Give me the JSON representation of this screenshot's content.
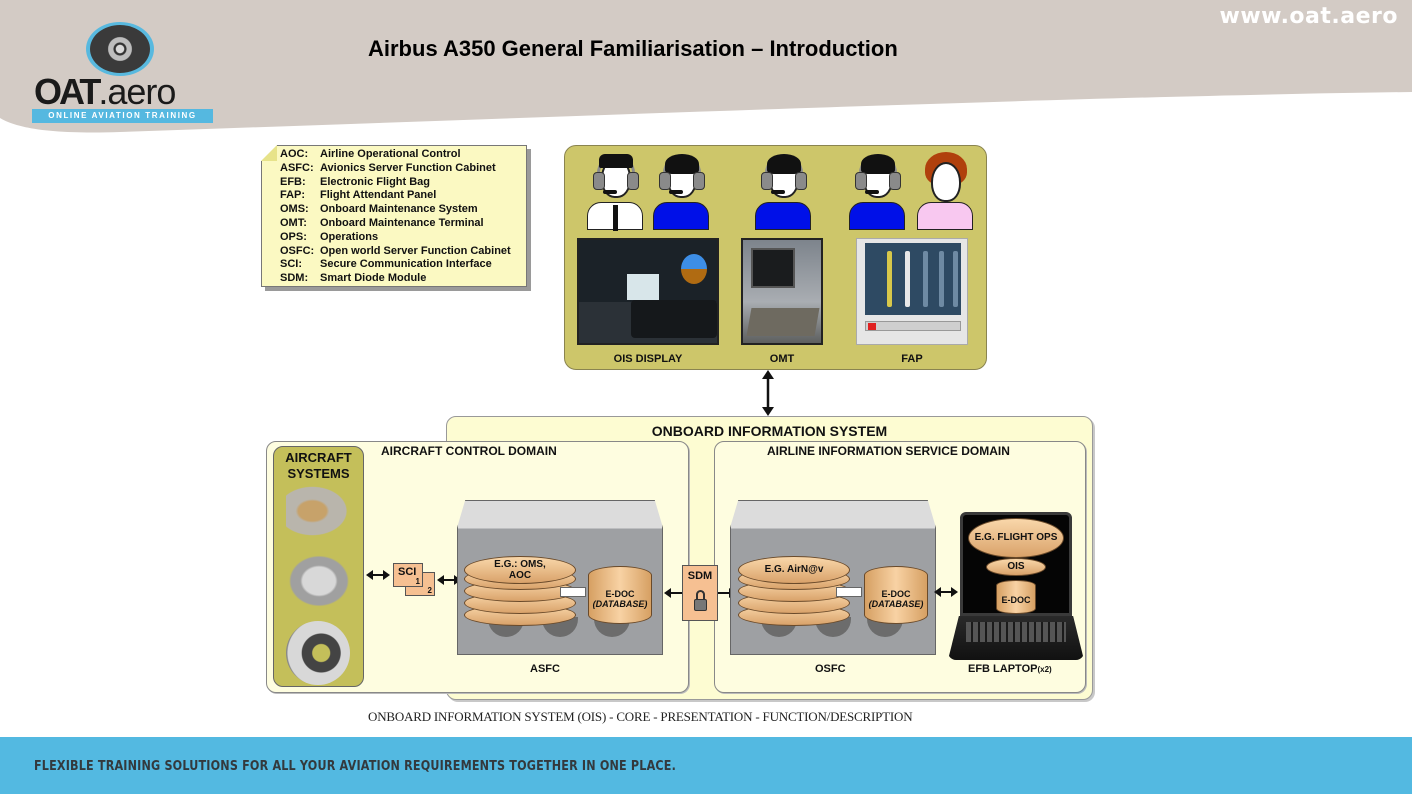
{
  "header": {
    "title": "Airbus A350 General Familiarisation – Introduction",
    "website": "www.oat.aero",
    "logo": {
      "word_bold": "OAT",
      "word_light": ".aero",
      "tagline": "ONLINE AVIATION TRAINING",
      "icon": "engine-fan-icon"
    },
    "colors": {
      "band": "#d3cbc5",
      "brand_blue": "#55b8e0"
    }
  },
  "legend": {
    "items": [
      {
        "abbr": "AOC:",
        "meaning": "Airline Operational Control"
      },
      {
        "abbr": "ASFC:",
        "meaning": "Avionics Server Function Cabinet"
      },
      {
        "abbr": "EFB:",
        "meaning": "Electronic Flight Bag"
      },
      {
        "abbr": "FAP:",
        "meaning": "Flight Attendant Panel"
      },
      {
        "abbr": "OMS:",
        "meaning": "Onboard Maintenance System"
      },
      {
        "abbr": "OMT:",
        "meaning": "Onboard Maintenance Terminal"
      },
      {
        "abbr": "OPS:",
        "meaning": "Operations"
      },
      {
        "abbr": "OSFC:",
        "meaning": "Open world Server Function Cabinet"
      },
      {
        "abbr": "SCI:",
        "meaning": "Secure Communication Interface"
      },
      {
        "abbr": "SDM:",
        "meaning": "Smart Diode Module"
      }
    ]
  },
  "users_panel": {
    "people": [
      {
        "role": "captain",
        "icon": "pilot-captain-icon"
      },
      {
        "role": "crew",
        "icon": "crew-member-icon"
      },
      {
        "role": "crew",
        "icon": "crew-member-icon"
      },
      {
        "role": "crew",
        "icon": "crew-member-icon"
      },
      {
        "role": "flight-attendant",
        "icon": "flight-attendant-icon"
      }
    ],
    "terminals": [
      {
        "label": "OIS DISPLAY"
      },
      {
        "label": "OMT"
      },
      {
        "label": "FAP"
      }
    ]
  },
  "ois": {
    "title": "ONBOARD INFORMATION SYSTEM",
    "aircraft_control_domain": {
      "title": "AIRCRAFT CONTROL DOMAIN",
      "aircraft_systems": {
        "line1": "AIRCRAFT",
        "line2": "SYSTEMS"
      },
      "sci": {
        "label": "SCI",
        "unit1": "1",
        "unit2": "2"
      },
      "cabinet": {
        "label": "ASFC",
        "stack_line1": "E.G.: OMS,",
        "stack_line2": "AOC",
        "db_line1": "E-DOC",
        "db_line2": "(DATABASE)"
      }
    },
    "sdm": {
      "label": "SDM"
    },
    "airline_information_service_domain": {
      "title": "AIRLINE INFORMATION SERVICE DOMAIN",
      "cabinet": {
        "label": "OSFC",
        "stack_line1": "E.G. AirN@v",
        "db_line1": "E-DOC",
        "db_line2": "(DATABASE)"
      },
      "laptop": {
        "label": "EFB LAPTOP",
        "label_suffix": "(x2)",
        "app1": "E.G. FLIGHT OPS",
        "app2": "OIS",
        "app3": "E-DOC"
      }
    },
    "colors": {
      "frame": "#fdfcd2",
      "olive": "#cdc66a",
      "module": "#f6c092"
    }
  },
  "caption": "ONBOARD INFORMATION SYSTEM (OIS) - CORE - PRESENTATION - FUNCTION/DESCRIPTION",
  "footer": {
    "tagline": "FLEXIBLE TRAINING SOLUTIONS FOR ALL YOUR AVIATION REQUIREMENTS TOGETHER IN ONE PLACE.",
    "color": "#53b9e1"
  }
}
